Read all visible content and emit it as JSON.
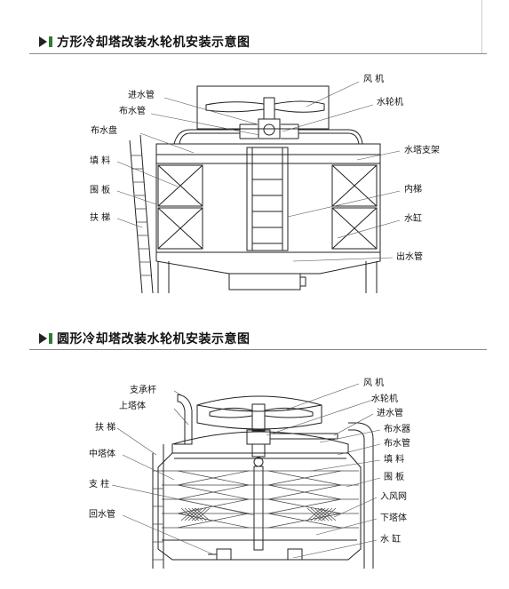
{
  "sections": [
    {
      "title": "方形冷却塔改装水轮机安装示意图",
      "labels": {
        "fan": "风 机",
        "turbine": "水轮机",
        "inlet_pipe": "进水管",
        "distributor_pipe": "布水管",
        "distribution_tray": "布水盘",
        "fill": "填 料",
        "enclosure": "围 板",
        "ladder": "扶 梯",
        "tower_frame": "水塔支架",
        "inner_ladder": "内梯",
        "water_tank": "水缸",
        "outlet_pipe": "出水管"
      }
    },
    {
      "title": "圆形冷却塔改装水轮机安装示意图",
      "labels": {
        "fan": "风 机",
        "turbine": "水轮机",
        "inlet_pipe": "进水管",
        "sprinkler": "布水器",
        "distributor_pipe": "布水管",
        "fill": "填 料",
        "enclosure": "围 板",
        "air_inlet": "入风网",
        "lower_body": "下塔体",
        "water_tank": "水 缸",
        "bracket": "支承杆",
        "upper_body": "上塔体",
        "ladder": "扶 梯",
        "middle_body": "中塔体",
        "column": "支 柱",
        "return_pipe": "回水管"
      }
    }
  ],
  "colors": {
    "accent": "#2e7d32",
    "line": "#222222",
    "flow_arrow": "#7aa6d6"
  }
}
